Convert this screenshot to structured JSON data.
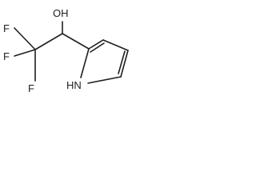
{
  "molecule": {
    "atoms": {
      "oh": "OH",
      "f_top": "F",
      "f_left": "F",
      "f_bottom": "F",
      "nh": "HN"
    }
  }
}
